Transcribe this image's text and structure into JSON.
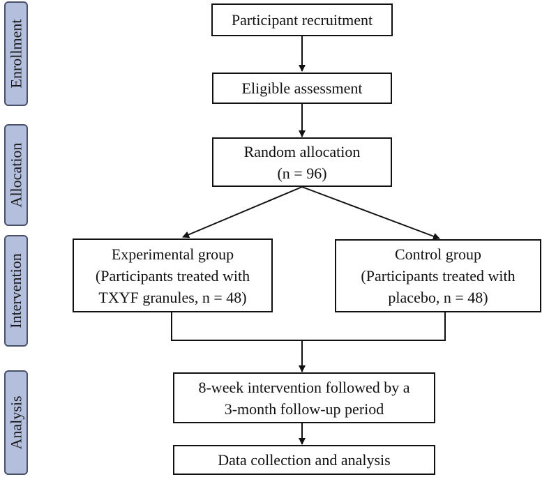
{
  "stages": {
    "enrollment": "Enrollment",
    "allocation": "Allocation",
    "intervention": "Intervention",
    "analysis": "Analysis"
  },
  "boxes": {
    "recruitment": {
      "line1": "Participant recruitment"
    },
    "eligibility": {
      "line1": "Eligible assessment"
    },
    "randomization": {
      "line1": "Random allocation",
      "line2": "(n = 96)"
    },
    "experimental": {
      "line1": "Experimental group",
      "line2": "(Participants treated with",
      "line3": "TXYF granules, n = 48)"
    },
    "control": {
      "line1": "Control group",
      "line2": "(Participants treated with",
      "line3": "placebo, n = 48)"
    },
    "intervention_period": {
      "line1": "8-week intervention followed by a",
      "line2": "3-month follow-up period"
    },
    "data_collection": {
      "line1": "Data collection and analysis"
    }
  },
  "colors": {
    "stage_fill": "#b3bfdc",
    "stage_border": "#48506a",
    "line": "#111111"
  }
}
